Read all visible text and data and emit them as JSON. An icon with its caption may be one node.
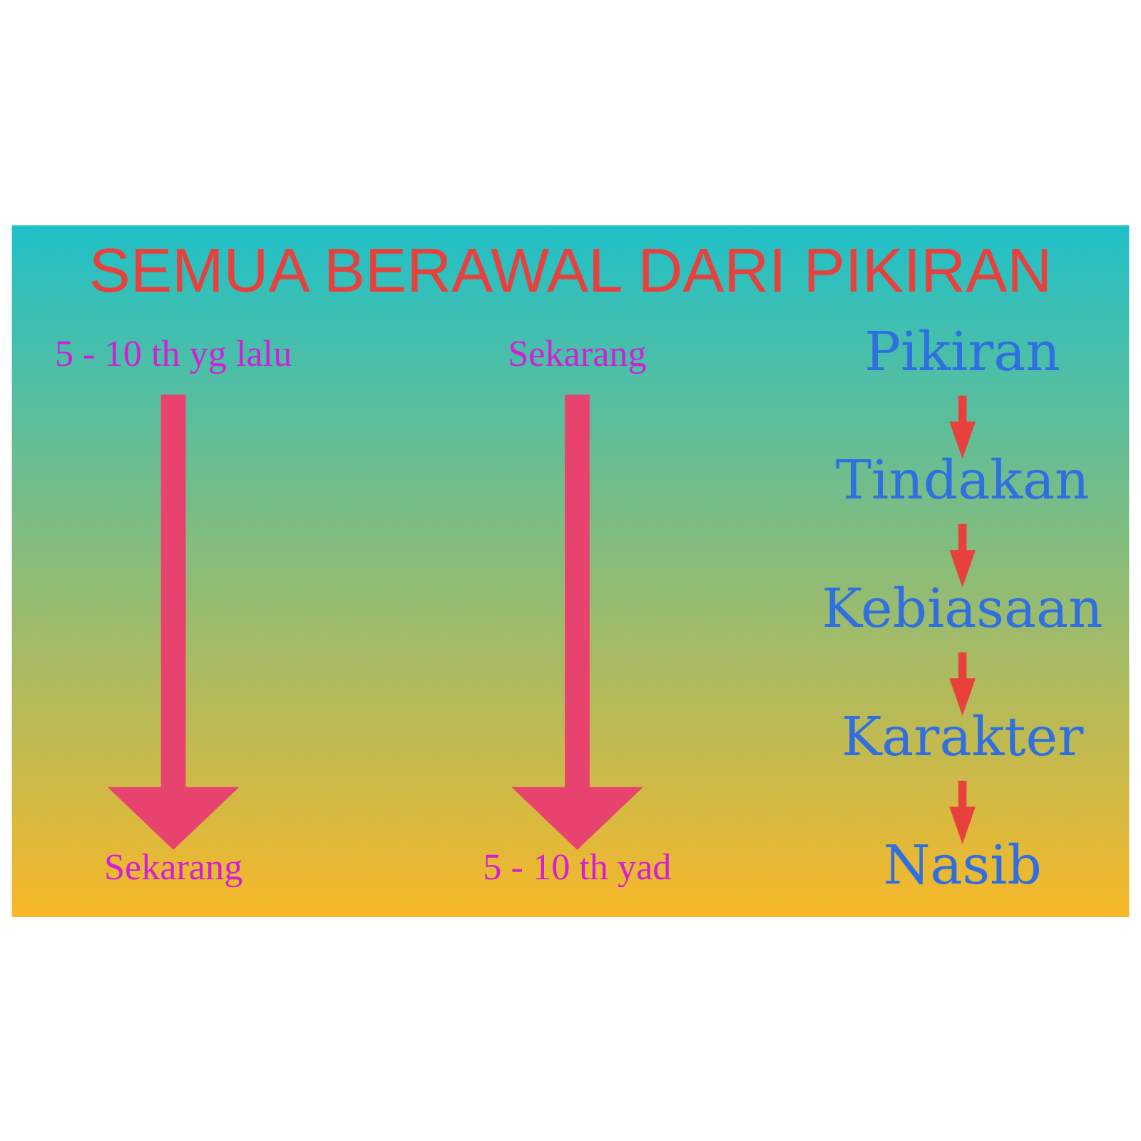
{
  "diagram": {
    "title": "SEMUA BERAWAL DARI PIKIRAN",
    "nodes": [
      {
        "text": [
          "5 - 10 th yg lalu"
        ]
      },
      {
        "text": [
          "Sekarang"
        ]
      },
      {
        "text": [
          "Pikiran"
        ]
      },
      {
        "text": [
          "Tindakan"
        ]
      },
      {
        "text": [
          "Kebiasaan"
        ]
      },
      {
        "text": [
          "Karakter"
        ]
      },
      {
        "text": [
          "Nasib"
        ]
      },
      {
        "text": [
          "Sekarang"
        ]
      },
      {
        "text": [
          "5 - 10 th yad"
        ]
      }
    ],
    "edges": [
      {
        "from": 0,
        "to": 7,
        "arrow": "to",
        "style": "thick",
        "color": "#e8436f"
      },
      {
        "from": 1,
        "to": 8,
        "arrow": "to",
        "style": "thick",
        "color": "#e8436f"
      },
      {
        "from": 2,
        "to": 3,
        "arrow": "to"
      },
      {
        "from": 3,
        "to": 4,
        "arrow": "to"
      },
      {
        "from": 4,
        "to": 5,
        "arrow": "to"
      },
      {
        "from": 5,
        "to": 6,
        "arrow": "to"
      }
    ]
  }
}
